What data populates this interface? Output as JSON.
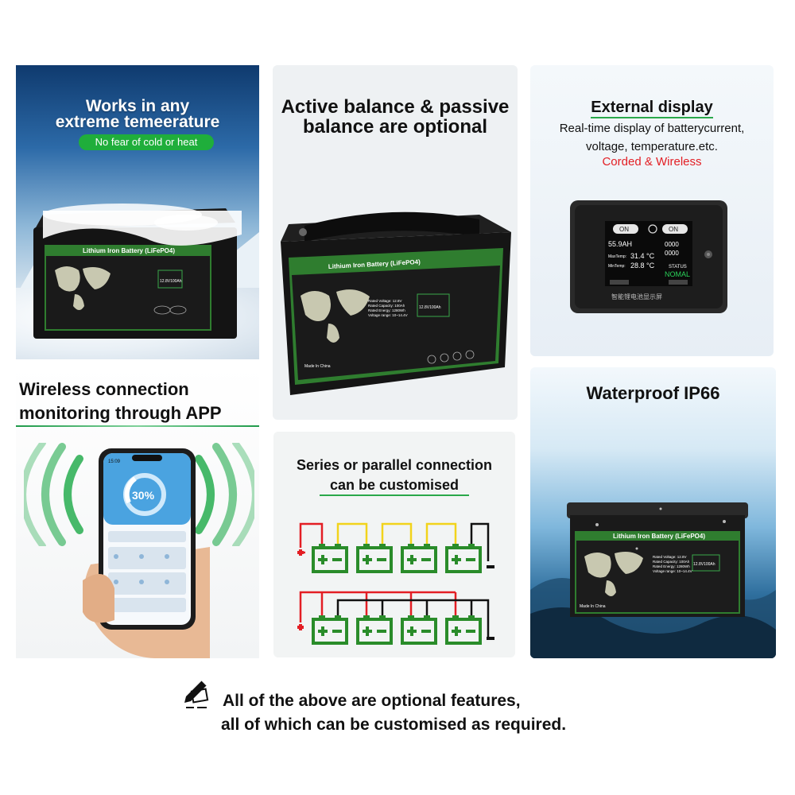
{
  "panels": {
    "cold": {
      "title_line1": "Works in any",
      "title_line2": "extreme temeerature",
      "badge": "No fear of cold or heat"
    },
    "balance": {
      "title_line1": "Active balance & passive",
      "title_line2": "balance are optional"
    },
    "display": {
      "title": "External display",
      "desc_line1": "Real-time display of batterycurrent,",
      "desc_line2": "voltage, temperature.etc.",
      "corded": "Corded & Wireless",
      "screen": {
        "capacity": "55.9AH",
        "on1": "ON",
        "on2": "ON",
        "max_temp_label": "MaxTemp:",
        "max_temp": "31.4 °C",
        "min_temp_label": "MinTemp:",
        "min_temp": "28.8 °C",
        "counter1": "0000",
        "counter2": "0000",
        "status_label": "STATUS",
        "status": "NOMAL",
        "caption": "智能锂电池显示屏"
      }
    },
    "wireless": {
      "title_line1": "Wireless connection",
      "title_line2": "monitoring through APP",
      "phone": {
        "time": "15:09",
        "percent": "30%"
      }
    },
    "series": {
      "title_line1": "Series or parallel connection",
      "title_line2": "can be customised"
    },
    "water": {
      "title": "Waterproof IP66"
    }
  },
  "battery": {
    "label_title": "Lithium Iron Battery (LiFePO4)",
    "spec_box": "12.8V100Ah",
    "made_in": "Made In China",
    "spec_lines": [
      "Rated Voltage: 12.8V",
      "Rated Capacity: 100Ah",
      "Rated Energy: 1280Wh",
      "Voltage range: 10~14.4V"
    ]
  },
  "footer": {
    "line1": "All of the above are optional features,",
    "line2": "all of which can be customised as required."
  },
  "colors": {
    "accent_green": "#1fae3b",
    "red": "#e31e24",
    "yellow": "#f2d31b",
    "battery_green": "#2f7d2f"
  }
}
